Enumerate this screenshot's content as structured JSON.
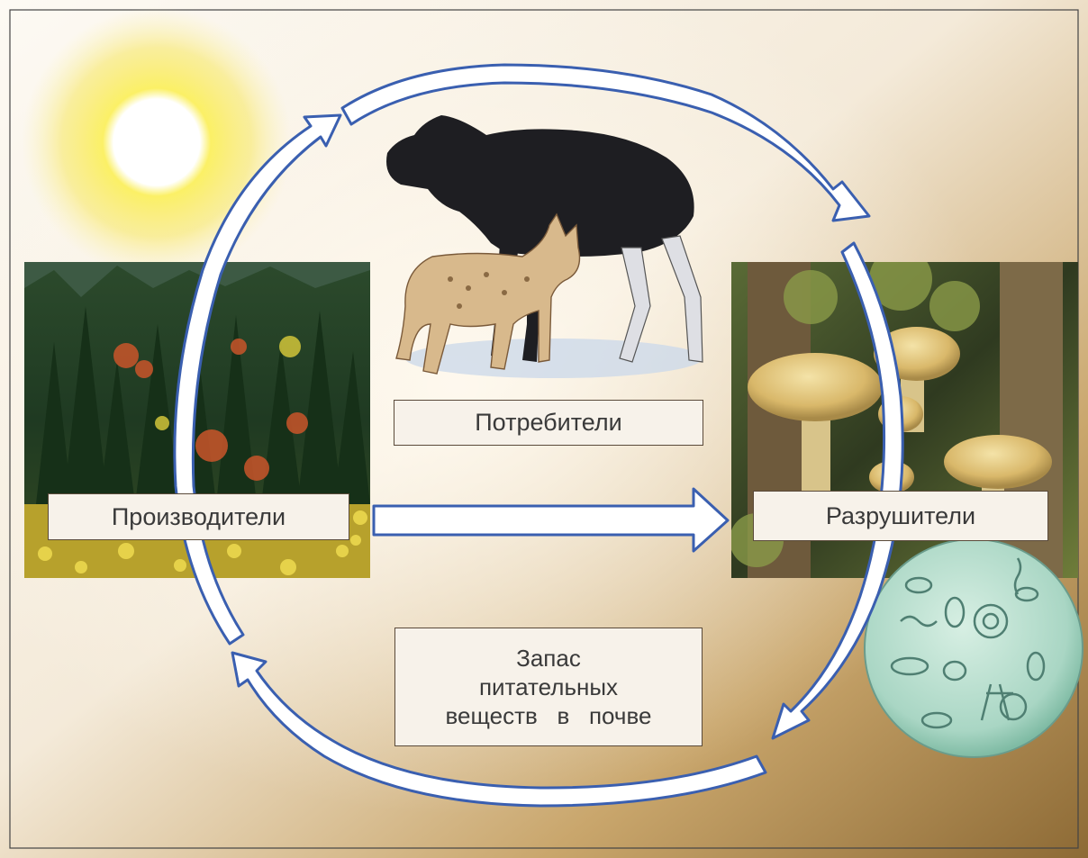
{
  "nodes": {
    "consumers": "Потребители",
    "producers": "Производители",
    "decomposers": "Разрушители",
    "nutrients": {
      "line1": "Запас",
      "line2": "питательных",
      "line3": "веществ   в   почве"
    }
  },
  "colors": {
    "arrow_outline": "#3a5fb0",
    "arrow_fill": "#ffffff",
    "background_warm": "#a07840",
    "background_light": "#fbf6ee",
    "sun": "#f7e64a"
  },
  "icons": [
    "sun-icon",
    "forest-photo",
    "moose-lynx-illustration",
    "mushrooms-photo",
    "microbes-microscope-view"
  ]
}
